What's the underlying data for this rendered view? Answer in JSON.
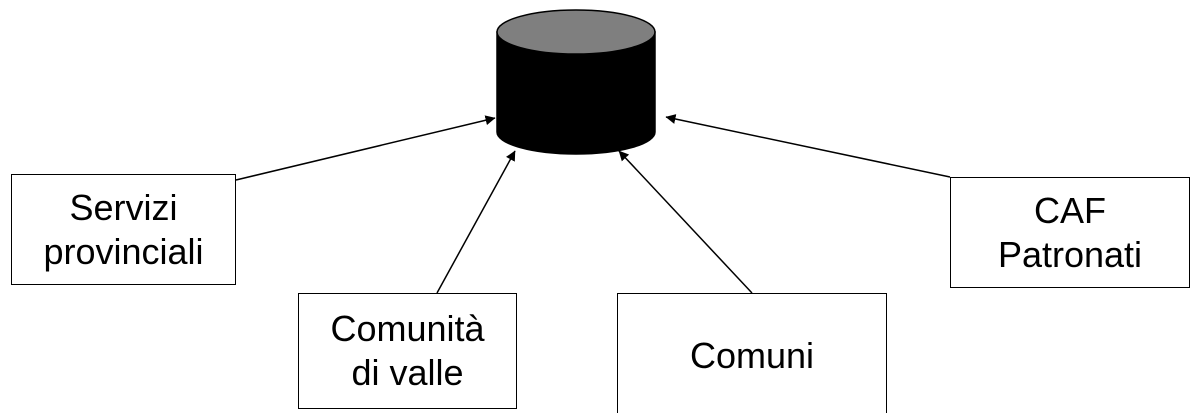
{
  "database": {
    "top_color": "#7f7f7f",
    "body_color": "#000000",
    "icon": "database-cylinder-icon"
  },
  "nodes": {
    "servizi": {
      "line1": "Servizi",
      "line2": "provinciali"
    },
    "comunita": {
      "line1": "Comunità",
      "line2": "di valle"
    },
    "comuni": {
      "line1": "Comuni"
    },
    "caf": {
      "line1": "CAF",
      "line2": "Patronati"
    }
  },
  "edges": [
    {
      "from": "servizi",
      "to": "database"
    },
    {
      "from": "comunita",
      "to": "database"
    },
    {
      "from": "comuni",
      "to": "database"
    },
    {
      "from": "caf",
      "to": "database"
    }
  ]
}
